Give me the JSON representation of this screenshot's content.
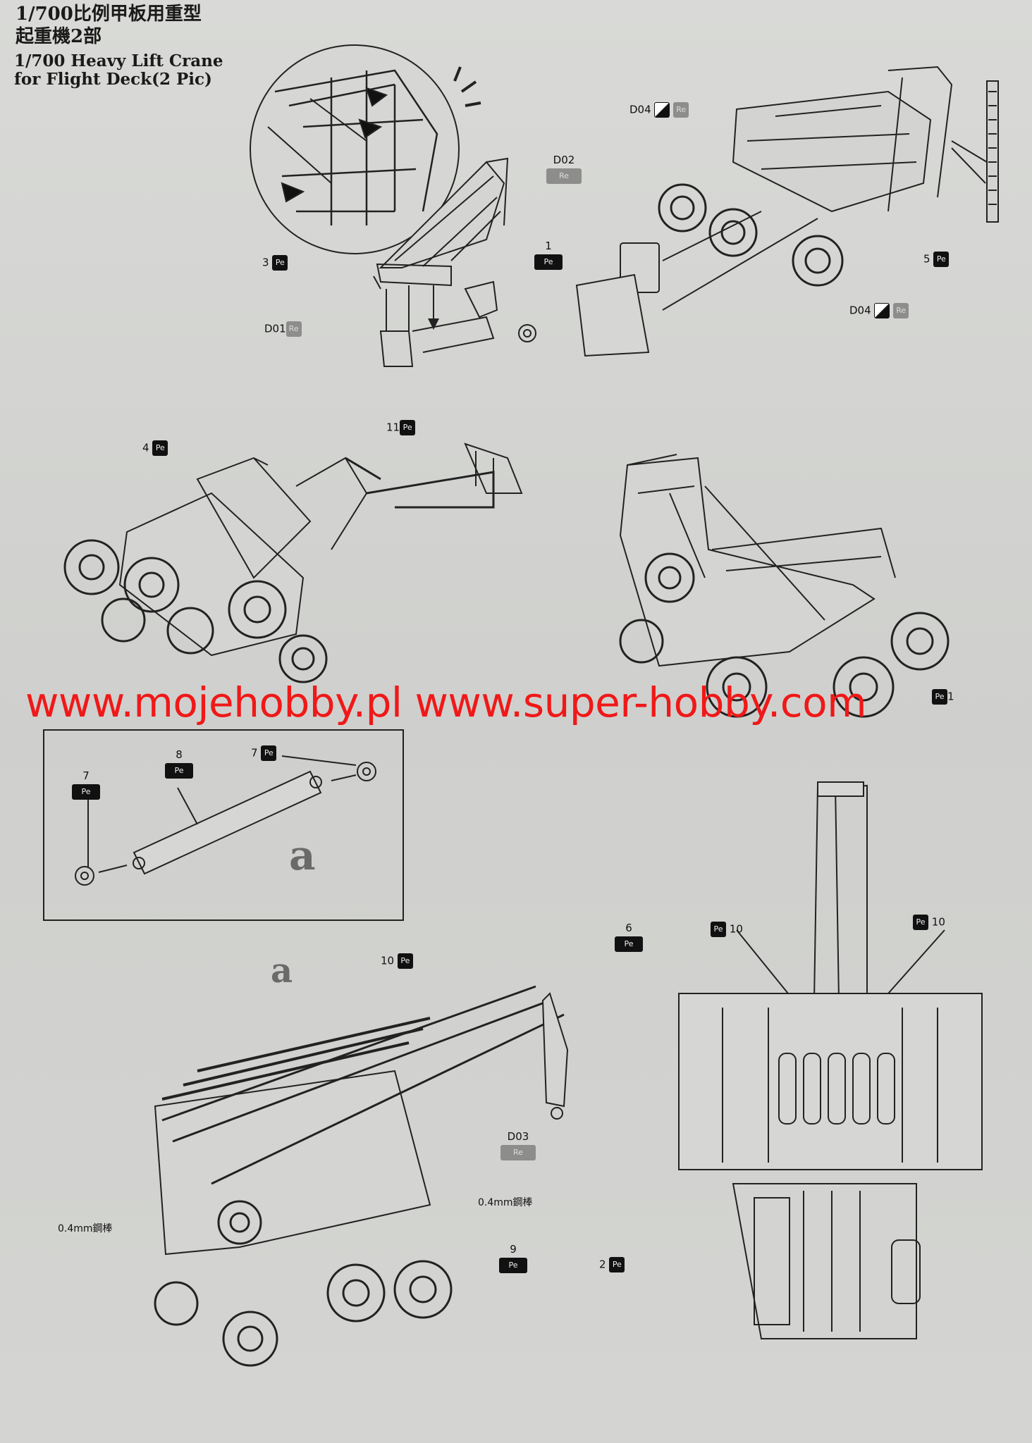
{
  "header": {
    "title_cn_line1": "1/700比例甲板用重型",
    "title_cn_line2": "起重機2部",
    "title_en_line1": "1/700 Heavy Lift Crane",
    "title_en_line2": "for Flight Deck(2 Pic)"
  },
  "materials": {
    "pe": "Pe",
    "re": "Re"
  },
  "parts": {
    "p1": "1",
    "p2": "2",
    "p3": "3",
    "p4": "4",
    "p5": "5",
    "p6": "6",
    "p7": "7",
    "p8": "8",
    "p9": "9",
    "p10": "10",
    "p11": "11",
    "d01": "D01",
    "d02": "D02",
    "d03": "D03",
    "d04": "D04"
  },
  "sub_assembly_label": "a",
  "rod_note": "0.4mm鋼棒",
  "watermark": "www.mojehobby.pl www.super-hobby.com"
}
